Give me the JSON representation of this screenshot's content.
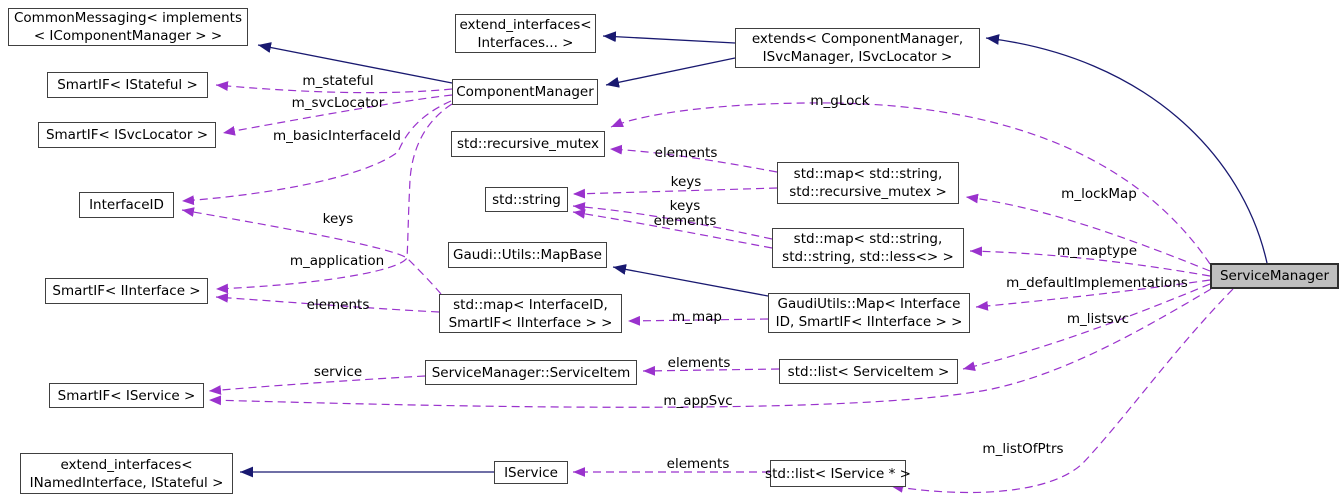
{
  "diagram": {
    "type": "doxygen-collaboration-graph",
    "focus_class": "ServiceManager",
    "colors": {
      "inheritance_edge": "#191970",
      "usage_edge": "#9a32cd",
      "node_border": "#404040",
      "node_fill": "#ffffff",
      "focus_node_fill": "#bfbfbf",
      "text": "#000000"
    },
    "nodes": {
      "common_messaging": {
        "line1": "CommonMessaging< implements",
        "line2": "< IComponentManager > >"
      },
      "smartif_istateful": {
        "line1": "SmartIF< IStateful >"
      },
      "smartif_isvclocator": {
        "line1": "SmartIF< ISvcLocator >"
      },
      "interfaceid": {
        "line1": "InterfaceID"
      },
      "smartif_iinterface": {
        "line1": "SmartIF< IInterface >"
      },
      "smartif_iservice": {
        "line1": "SmartIF< IService >"
      },
      "extend_interfaces_named": {
        "line1": "extend_interfaces<",
        "line2": "INamedInterface, IStateful >"
      },
      "extend_interfaces_ifaces": {
        "line1": "extend_interfaces<",
        "line2": "Interfaces... >"
      },
      "component_manager": {
        "line1": "ComponentManager"
      },
      "recursive_mutex": {
        "line1": "std::recursive_mutex"
      },
      "std_string": {
        "line1": "std::string"
      },
      "mapbase": {
        "line1": "Gaudi::Utils::MapBase"
      },
      "map_interfaceid": {
        "line1": "std::map< InterfaceID,",
        "line2": "SmartIF< IInterface > >"
      },
      "serviceitem": {
        "line1": "ServiceManager::ServiceItem"
      },
      "iservice": {
        "line1": "IService"
      },
      "extends_box": {
        "line1": "extends< ComponentManager,",
        "line2": "ISvcManager, ISvcLocator >"
      },
      "map_string_mutex": {
        "line1": "std::map< std::string,",
        "line2": "std::recursive_mutex >"
      },
      "map_string_string": {
        "line1": "std::map< std::string,",
        "line2": "std::string, std::less<> >"
      },
      "gaudiutils_map": {
        "line1": "GaudiUtils::Map< Interface",
        "line2": "ID, SmartIF< IInterface > >"
      },
      "list_serviceitem": {
        "line1": "std::list< ServiceItem >"
      },
      "list_iservice_ptr": {
        "line1": "std::list< IService * >"
      },
      "servicemanager": {
        "line1": "ServiceManager"
      }
    },
    "edge_labels": {
      "m_stateful": "m_stateful",
      "m_svclocator": "m_svcLocator",
      "m_basicinterfaceid": "m_basicInterfaceId",
      "keys_interfaceid": "keys",
      "m_application": "m_application",
      "elements_iinterface": "elements",
      "service": "service",
      "m_glock": "m_gLock",
      "elements_mutex": "elements",
      "keys_string_top": "keys",
      "keys_string_bottom": "keys",
      "elements_string": "elements",
      "m_lockmap": "m_lockMap",
      "m_maptype": "m_maptype",
      "m_defaultimplementations": "m_defaultImplementations",
      "m_listsvc": "m_listsvc",
      "m_map": "m_map",
      "elements_serviceitem": "elements",
      "m_appsvc": "m_appSvc",
      "elements_iservice": "elements",
      "m_listofptrs": "m_listOfPtrs"
    }
  }
}
